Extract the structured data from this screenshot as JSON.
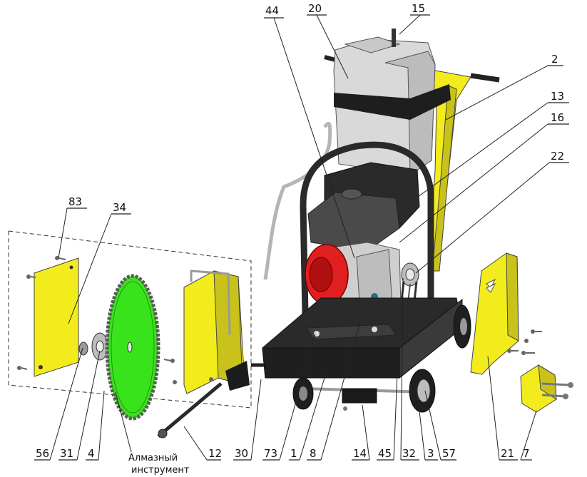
{
  "diagram": {
    "part_numbers": [
      "44",
      "20",
      "15",
      "2",
      "13",
      "16",
      "22",
      "83",
      "34",
      "56",
      "31",
      "4",
      "12",
      "30",
      "73",
      "1",
      "8",
      "14",
      "45",
      "32",
      "3",
      "57",
      "21",
      "7"
    ],
    "blade_label_line1": "Алмазный",
    "blade_label_line2": "инструмент"
  },
  "colors": {
    "guard_yellow": "#f3ec1c",
    "blade_green": "#39e31c",
    "engine_red": "#e02020",
    "tank_grey": "#d9d9d9",
    "frame_black": "#2a2a2a"
  }
}
